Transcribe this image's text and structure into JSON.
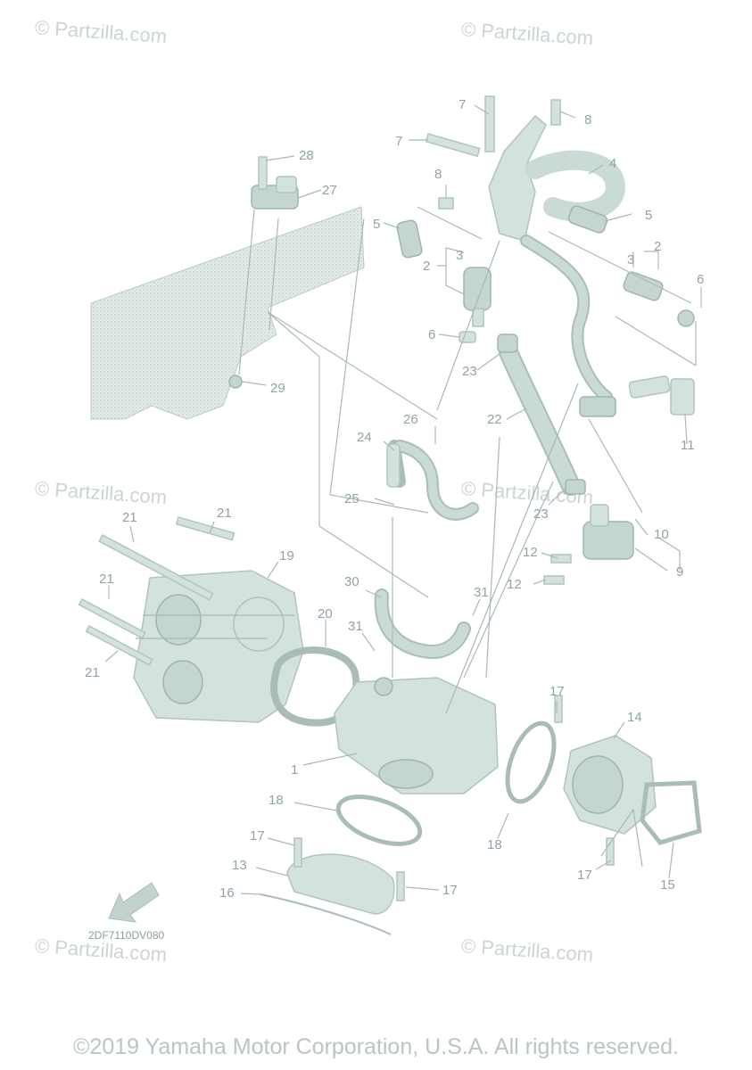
{
  "watermark": "© Partzilla.com",
  "copyright": "©2019 Yamaha Motor Corporation, U.S.A. All rights reserved.",
  "diagram_code": "2DF7110DV080",
  "callouts": [
    "1",
    "2",
    "2",
    "3",
    "3",
    "4",
    "5",
    "5",
    "6",
    "6",
    "7",
    "7",
    "8",
    "8",
    "9",
    "10",
    "11",
    "12",
    "12",
    "13",
    "14",
    "15",
    "16",
    "17",
    "17",
    "17",
    "17",
    "18",
    "18",
    "19",
    "20",
    "21",
    "21",
    "21",
    "21",
    "22",
    "23",
    "23",
    "24",
    "25",
    "26",
    "27",
    "28",
    "29",
    "30",
    "31",
    "31"
  ]
}
